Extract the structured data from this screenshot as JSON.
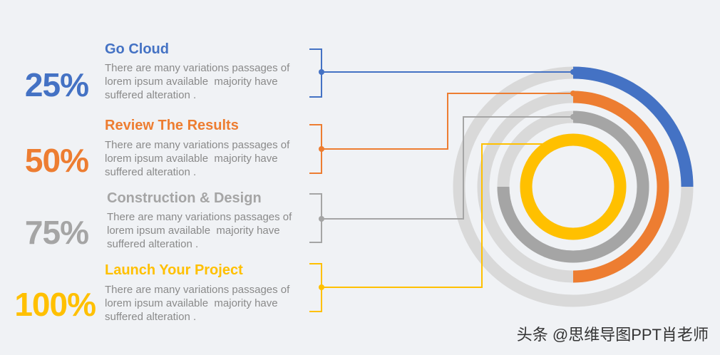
{
  "items": [
    {
      "percent": "25%",
      "title": "Go Cloud",
      "color": "#4472c4",
      "value": 0.25,
      "desc": [
        "There are many variations passages of",
        "lorem ipsum available  majority have",
        "suffered alteration ."
      ]
    },
    {
      "percent": "50%",
      "title": "Review The Results",
      "color": "#ed7d31",
      "value": 0.5,
      "desc": [
        "There are many variations passages of",
        "lorem ipsum available  majority have",
        "suffered alteration ."
      ]
    },
    {
      "percent": "75%",
      "title": "Construction & Design",
      "color": "#a5a5a5",
      "value": 0.75,
      "desc": [
        "There are many variations passages of",
        "lorem ipsum available  majority have",
        "suffered alteration ."
      ]
    },
    {
      "percent": "100%",
      "title": "Launch Your Project",
      "color": "#ffc000",
      "value": 1.0,
      "desc": [
        "There are many variations passages of",
        "lorem ipsum available  majority have",
        "suffered alteration ."
      ]
    }
  ],
  "watermark": "头条 @思维导图PPT肖老师"
}
